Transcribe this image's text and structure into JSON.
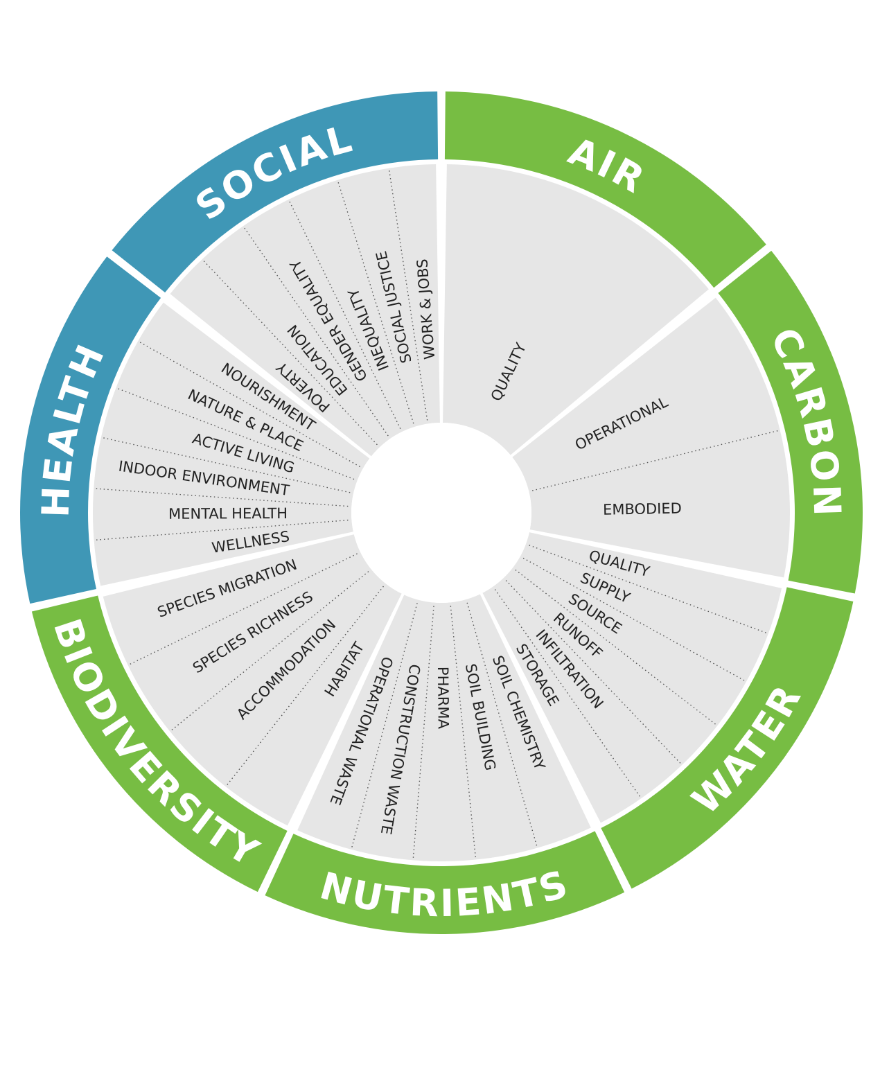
{
  "colors": {
    "social": "#3f97b6",
    "environment": "#77bd43",
    "sector_fill": "#e6e6e6",
    "text": "#222222"
  },
  "categories": [
    {
      "label": "AIR",
      "color": "#77bd43",
      "items": [
        "QUALITY"
      ]
    },
    {
      "label": "CARBON",
      "color": "#77bd43",
      "items": [
        "OPERATIONAL",
        "EMBODIED"
      ]
    },
    {
      "label": "WATER",
      "color": "#77bd43",
      "items": [
        "QUALITY",
        "SUPPLY",
        "SOURCE",
        "RUNOFF",
        "INFILTRATION",
        "STORAGE"
      ]
    },
    {
      "label": "NUTRIENTS",
      "color": "#77bd43",
      "items": [
        "SOIL CHEMISTRY",
        "SOIL BUILDING",
        "PHARMA",
        "CONSTRUCTION WASTE",
        "OPERATIONAL WASTE"
      ]
    },
    {
      "label": "BIODIVERSITY",
      "color": "#77bd43",
      "items": [
        "HABITAT",
        "ACCOMMODATION",
        "SPECIES RICHNESS",
        "SPECIES MIGRATION"
      ]
    },
    {
      "label": "HEALTH",
      "color": "#3f97b6",
      "items": [
        "WELLNESS",
        "MENTAL HEALTH",
        "INDOOR ENVIRONMENT",
        "ACTIVE LIVING",
        "NATURE & PLACE",
        "NOURISHMENT"
      ]
    },
    {
      "label": "SOCIAL",
      "color": "#3f97b6",
      "items": [
        "POVERTY",
        "EDUCATION",
        "GENDER EQUALITY",
        "INEQUALITY",
        "SOCIAL JUSTICE",
        "WORK & JOBS"
      ]
    }
  ]
}
